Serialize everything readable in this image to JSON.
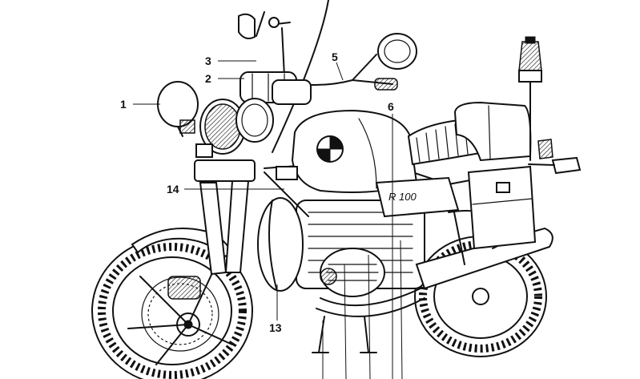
{
  "diagram": {
    "callouts": [
      {
        "id": "1",
        "label": "1"
      },
      {
        "id": "2",
        "label": "2"
      },
      {
        "id": "3",
        "label": "3"
      },
      {
        "id": "5",
        "label": "5"
      },
      {
        "id": "6",
        "label": "6"
      },
      {
        "id": "13",
        "label": "13"
      },
      {
        "id": "14",
        "label": "14"
      }
    ],
    "tank_badge": "R 100"
  }
}
